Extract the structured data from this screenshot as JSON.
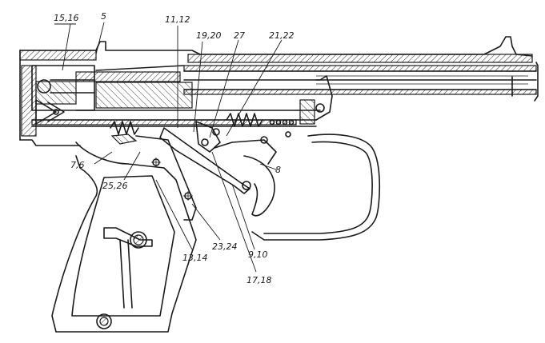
{
  "callouts": [
    {
      "text": "15,16"
    },
    {
      "text": "5"
    },
    {
      "text": "11,12"
    },
    {
      "text": "19,20"
    },
    {
      "text": "27"
    },
    {
      "text": "21,22"
    },
    {
      "text": "7,6"
    },
    {
      "text": "25,26"
    },
    {
      "text": "8"
    },
    {
      "text": "13,14"
    },
    {
      "text": "23,24"
    },
    {
      "text": "9,10"
    },
    {
      "text": "17,18"
    }
  ]
}
